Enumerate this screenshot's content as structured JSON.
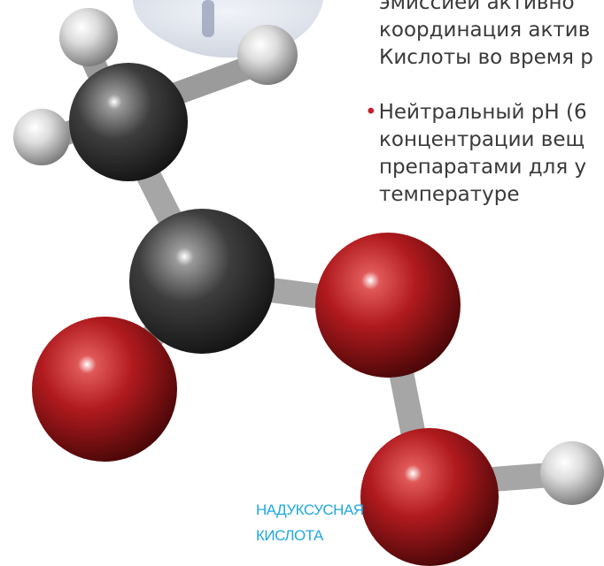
{
  "paragraph_1": {
    "lines": [
      "эмиссией активно",
      "координация актив",
      "Кислоты во время р"
    ]
  },
  "paragraph_2": {
    "bullet": "•",
    "lines": [
      "Нейтральный pH (6",
      "концентрации вещ",
      "препаратами для у",
      "температуре"
    ]
  },
  "caption": {
    "line1": "НАДУКСУСНАЯ",
    "line2": "КИСЛОТА"
  },
  "colors": {
    "bullet": "#c8202a",
    "caption": "#1fa8e0",
    "text": "#3a3a3a",
    "carbon": "#3b3b3b",
    "oxygen": "#b31b1e",
    "hydrogen": "#d9d9d9"
  },
  "icons": {
    "molecule": "peracetic-acid-ball-and-stick-model"
  }
}
